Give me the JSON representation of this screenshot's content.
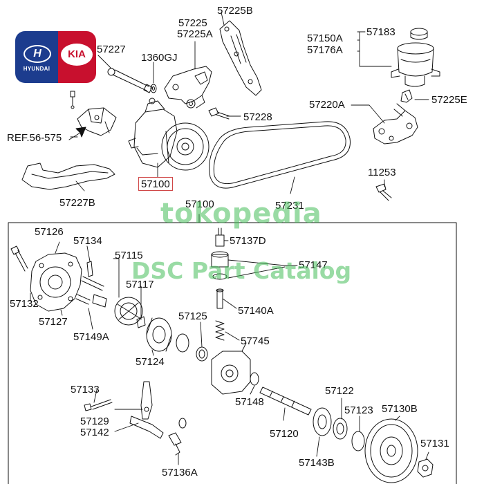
{
  "brands": {
    "hyundai_mark": "H",
    "hyundai_name": "HYUNDAI",
    "kia_name": "KIA"
  },
  "watermarks": {
    "site": "tokopedia",
    "catalog": "DSC Part Catalog"
  },
  "upper_labels": {
    "p57227": "57227",
    "p1360gj": "1360GJ",
    "p57225": "57225",
    "p57225a": "57225A",
    "p57225b": "57225B",
    "p57228": "57228",
    "p57150a": "57150A",
    "p57176a": "57176A",
    "p57183": "57183",
    "p57220a": "57220A",
    "p57225e": "57225E",
    "ref56575": "REF.56-575",
    "p57100_top": "57100",
    "p57227b": "57227B",
    "p11253": "11253",
    "p57231": "57231",
    "p57100_mid": "57100"
  },
  "lower_labels": {
    "p57126": "57126",
    "p57134": "57134",
    "p57115": "57115",
    "p57117": "57117",
    "p57132": "57132",
    "p57127": "57127",
    "p57149a": "57149A",
    "p57124": "57124",
    "p57125": "57125",
    "p57137d": "57137D",
    "p57147": "57147",
    "p57140a": "57140A",
    "p57745": "57745",
    "p57148": "57148",
    "p57133": "57133",
    "p57129": "57129",
    "p57142": "57142",
    "p57136a": "57136A",
    "p57120": "57120",
    "p57122": "57122",
    "p57123": "57123",
    "p57130b": "57130B",
    "p57143b": "57143B",
    "p57131": "57131"
  }
}
